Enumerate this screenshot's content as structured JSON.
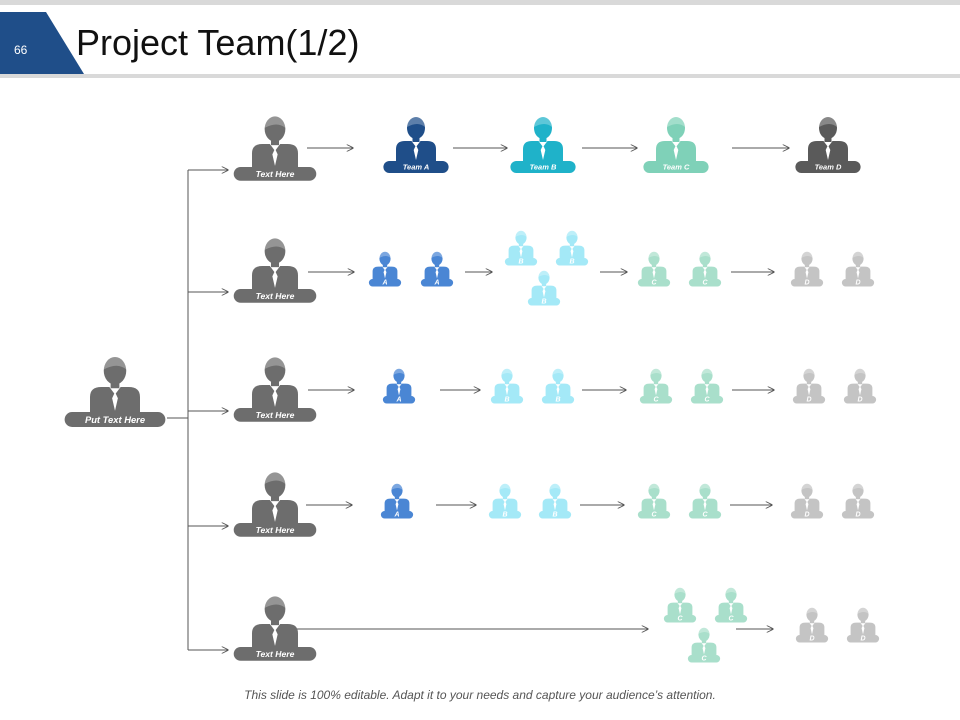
{
  "slide": {
    "page_number": "66",
    "title": "Project Team(1/2)",
    "footer": "This slide is 100% editable. Adapt it to your needs and capture your audience’s attention."
  },
  "colors": {
    "root": "#6d6d6d",
    "branch": "#6d6d6d",
    "team_a": "#1f4e89",
    "team_b": "#1fb2c9",
    "team_c": "#7fd1b8",
    "team_d": "#5a5a5a",
    "small_a": "#4a86d4",
    "small_b": "#a4e9f7",
    "small_c": "#a9dfcb",
    "small_d": "#c4c4c4",
    "accent": "#1f4e89",
    "line": "#555555"
  },
  "root": {
    "label": "Put Text Here"
  },
  "branch_label": "Text Here",
  "header_teams": [
    {
      "label": "Team A",
      "color_key": "team_a"
    },
    {
      "label": "Team B",
      "color_key": "team_b"
    },
    {
      "label": "Team C",
      "color_key": "team_c"
    },
    {
      "label": "Team D",
      "color_key": "team_d"
    }
  ],
  "rows": [
    {
      "groups": [
        [
          "A",
          "A"
        ],
        [
          "B",
          "B",
          "B"
        ],
        [
          "C",
          "C"
        ],
        [
          "D",
          "D"
        ]
      ]
    },
    {
      "groups": [
        [
          "A"
        ],
        [
          "B",
          "B"
        ],
        [
          "C",
          "C"
        ],
        [
          "D",
          "D"
        ]
      ]
    },
    {
      "groups": [
        [
          "A"
        ],
        [
          "B",
          "B"
        ],
        [
          "C",
          "C"
        ],
        [
          "D",
          "D"
        ]
      ]
    },
    {
      "groups": [
        [
          "C",
          "C",
          "C"
        ],
        [
          "D",
          "D"
        ]
      ]
    }
  ]
}
